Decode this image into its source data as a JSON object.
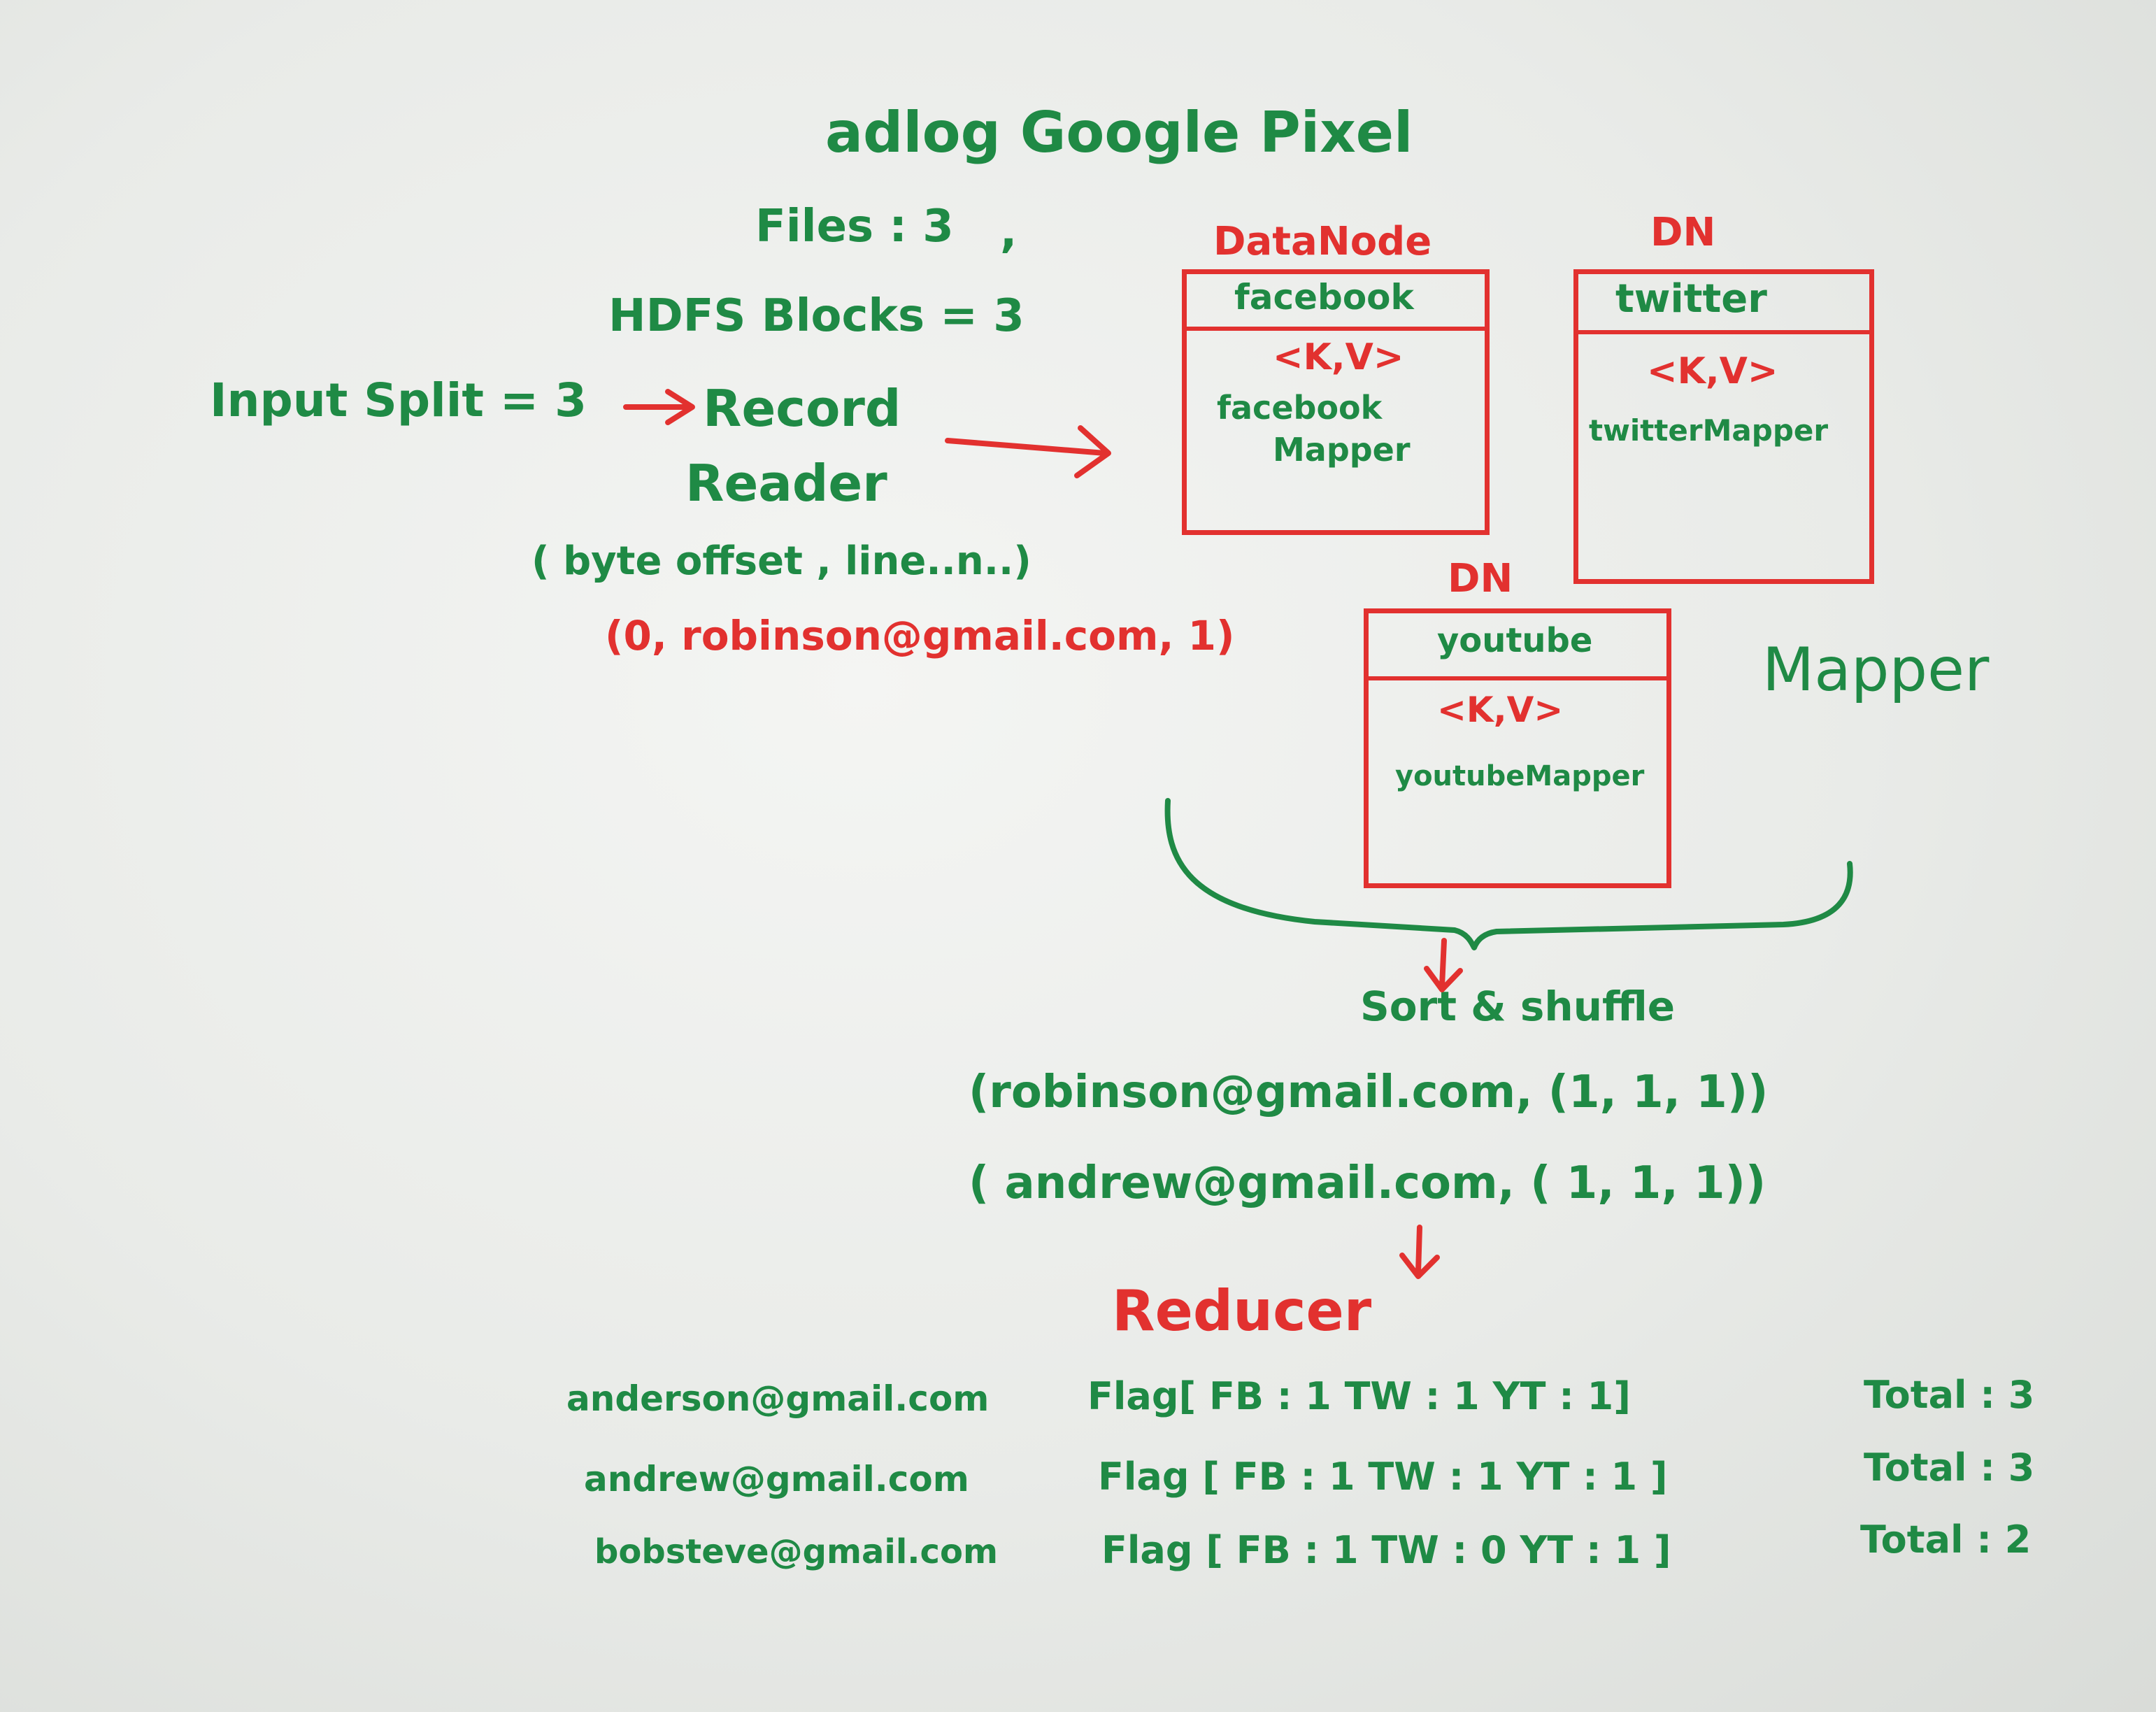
{
  "title": "adlog Google Pixel",
  "files": "Files : 3",
  "files_comma": ",",
  "hdfs_blocks": "HDFS Blocks = 3",
  "input_split": "Input Split = 3",
  "record_reader_line1": "Record",
  "record_reader_line2": "Reader",
  "byte_offset": "( byte offset , line..n..)",
  "record_example": "(0, robinson@gmail.com, 1)",
  "mapper_label": "Mapper",
  "nodes": [
    {
      "node_label": "DataNode",
      "file": "facebook",
      "kv": "<K,V>",
      "mapper_line1": "facebook",
      "mapper_line2": "Mapper"
    },
    {
      "node_label": "DN",
      "file": "twitter",
      "kv": "<K,V>",
      "mapper_line1": "twitterMapper",
      "mapper_line2": ""
    },
    {
      "node_label": "DN",
      "file": "youtube",
      "kv": "<K,V>",
      "mapper_line1": "youtubeMapper",
      "mapper_line2": ""
    }
  ],
  "sort_shuffle": "Sort & shuffle",
  "shuffle_rows": [
    "(robinson@gmail.com, (1, 1, 1))",
    "( andrew@gmail.com, ( 1, 1, 1))"
  ],
  "reducer_label": "Reducer",
  "reducer_rows": [
    {
      "email": "anderson@gmail.com",
      "flag": "Flag[ FB : 1   TW : 1   YT : 1]",
      "total": "Total : 3"
    },
    {
      "email": "andrew@gmail.com",
      "flag": "Flag [ FB : 1   TW : 1   YT : 1 ]",
      "total": "Total : 3"
    },
    {
      "email": "bobsteve@gmail.com",
      "flag": "Flag [ FB : 1   TW : 0   YT : 1 ]",
      "total": "Total : 2"
    }
  ],
  "colors": {
    "green_marker": "#1f8a45",
    "red_marker": "#e2312f",
    "board": "#eceeeb"
  }
}
